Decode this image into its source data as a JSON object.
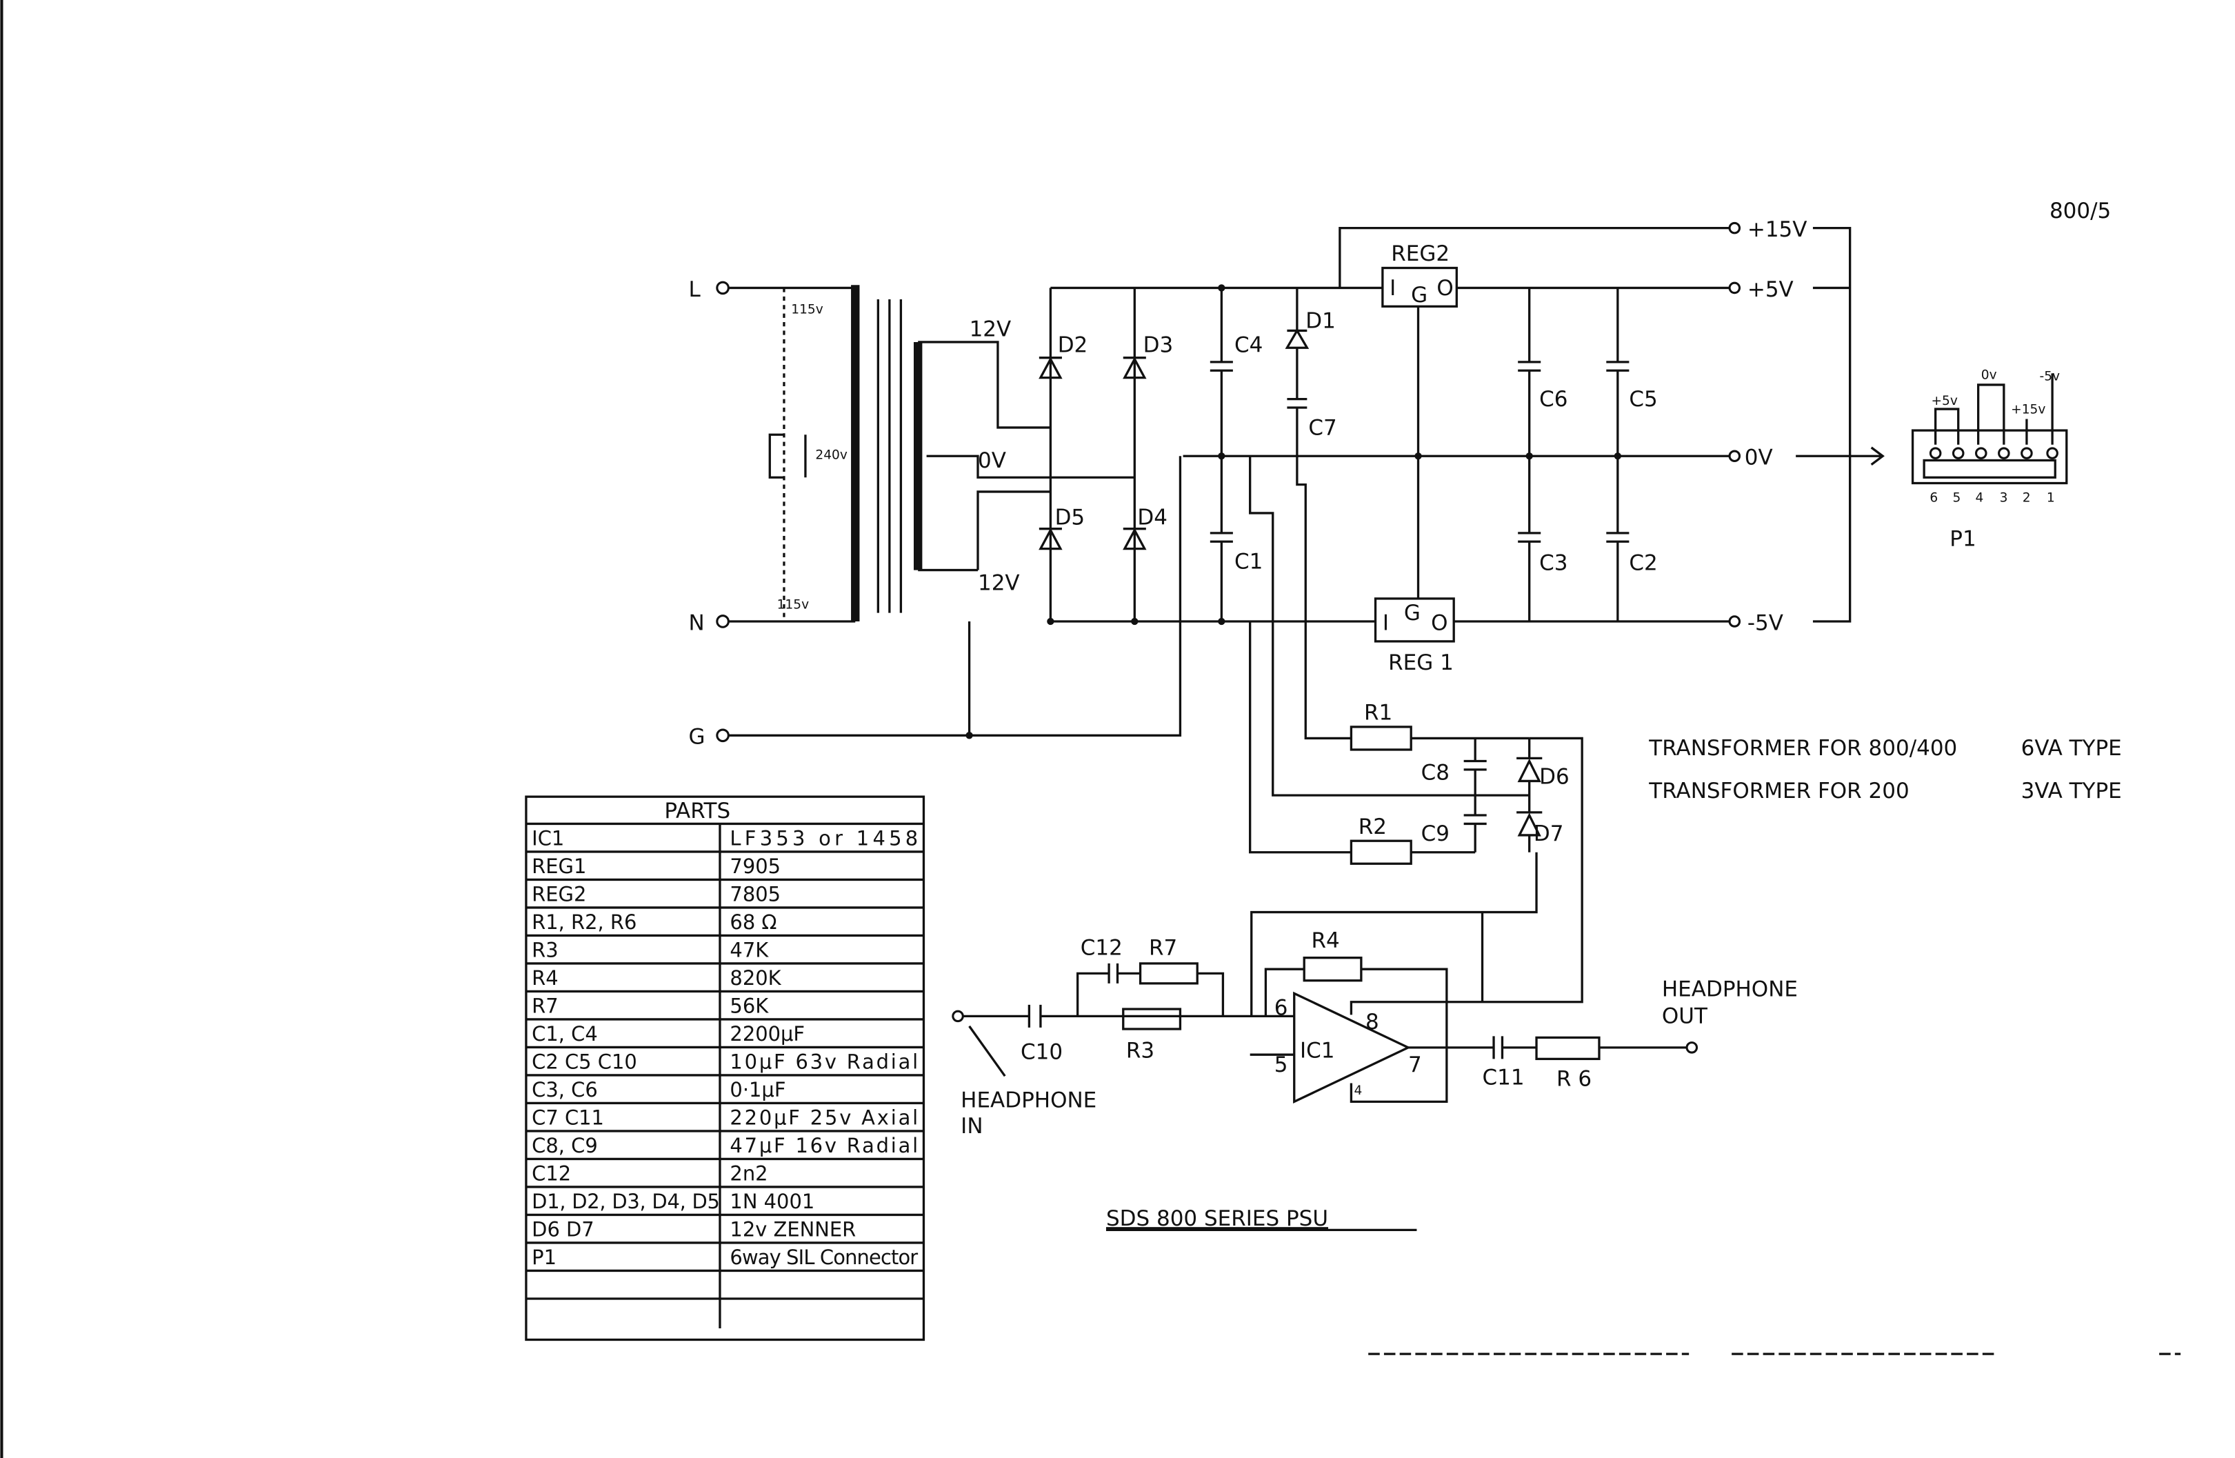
{
  "sheet_number": "800/5",
  "title": "SDS 800 SERIES PSU",
  "transformer_notes": [
    {
      "label": "TRANSFORMER  FOR 800/400",
      "rating": "6VA TYPE"
    },
    {
      "label": "TRANSFORMER  FOR  200",
      "rating": "3VA TYPE"
    }
  ],
  "inputs": {
    "live": "L",
    "neutral": "N",
    "ground": "G"
  },
  "primary_taps": {
    "top": "115v",
    "middle": "240v",
    "bottom": "115v"
  },
  "secondary_taps": {
    "top": "12V",
    "center": "0V",
    "bottom": "12V"
  },
  "outputs": {
    "p15": "+15V",
    "p5": "+5V",
    "zero": "0V",
    "m5": "-5V"
  },
  "components": {
    "D1": "D1",
    "D2": "D2",
    "D3": "D3",
    "D4": "D4",
    "D5": "D5",
    "D6": "D6",
    "D7": "D7",
    "C1": "C1",
    "C2": "C2",
    "C3": "C3",
    "C4": "C4",
    "C5": "C5",
    "C6": "C6",
    "C7": "C7",
    "C8": "C8",
    "C9": "C9",
    "C10": "C10",
    "C11": "C11",
    "C12": "C12",
    "R1": "R1",
    "R2": "R2",
    "R3": "R3",
    "R4": "R4",
    "R6": "R 6",
    "R7": "R7",
    "REG1": "REG 1",
    "REG2": "REG2",
    "IC1": "IC1",
    "reg_pins": {
      "i": "I",
      "g": "G",
      "o": "O"
    },
    "opamp_pins": {
      "p4": "4",
      "p5": "5",
      "p6": "6",
      "p7": "7",
      "p8": "8"
    }
  },
  "headphone_in": {
    "line1": "HEADPHONE",
    "line2": "IN"
  },
  "headphone_out": {
    "line1": "HEADPHONE",
    "line2": "OUT"
  },
  "connector": {
    "name": "P1",
    "pin_numbers": [
      "6",
      "5",
      "4",
      "3",
      "2",
      "1"
    ],
    "pin_labels": {
      "p5v": "+5v",
      "zero": "0v",
      "p15v": "+15v",
      "m5v": "-5v"
    }
  },
  "parts_table": {
    "header": "PARTS",
    "rows": [
      [
        "IC1",
        "LF353 or 1458"
      ],
      [
        "REG1",
        "7905"
      ],
      [
        "REG2",
        "7805"
      ],
      [
        "R1, R2, R6",
        "68 Ω"
      ],
      [
        "R3",
        "47K"
      ],
      [
        "R4",
        "820K"
      ],
      [
        "R7",
        "56K"
      ],
      [
        "C1, C4",
        "2200μF"
      ],
      [
        "C2 C5 C10",
        "10μF 63v Radial"
      ],
      [
        "C3, C6",
        "0·1μF"
      ],
      [
        "C7 C11",
        "220μF 25v Axial"
      ],
      [
        "C8, C9",
        "47μF 16v Radial"
      ],
      [
        "C12",
        "2n2"
      ],
      [
        "D1, D2, D3, D4, D5",
        "1N 4001"
      ],
      [
        "D6 D7",
        "12v ZENNER"
      ],
      [
        "P1",
        "6way SIL Connector"
      ],
      [
        "",
        ""
      ],
      [
        "",
        ""
      ]
    ]
  }
}
